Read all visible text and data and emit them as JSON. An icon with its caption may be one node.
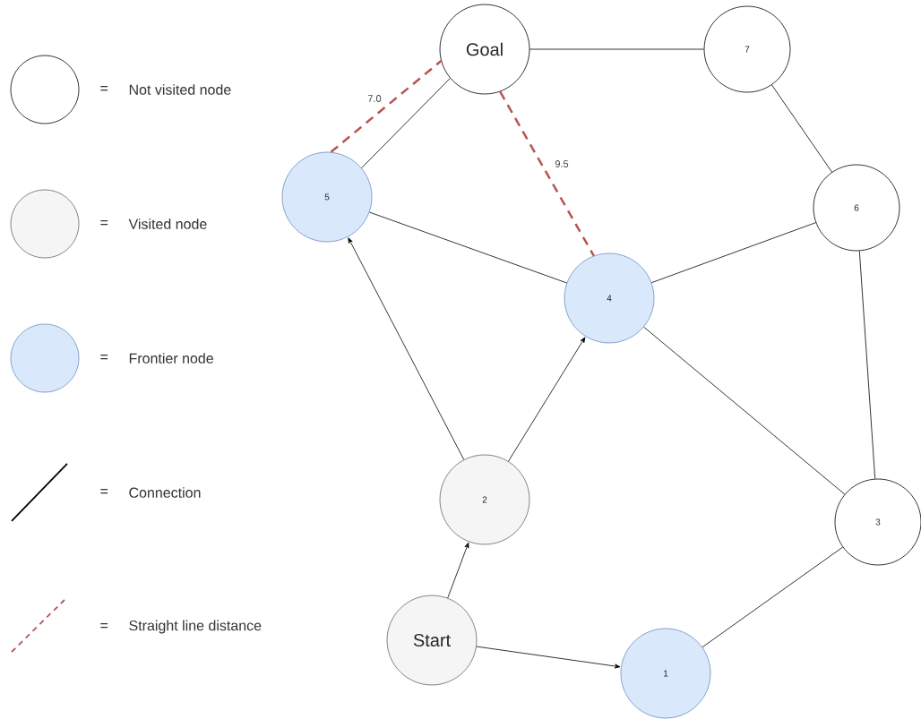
{
  "diagram": {
    "nodes": [
      {
        "text": [
          "Goal"
        ]
      },
      {
        "text": [
          "7"
        ]
      },
      {
        "text": [
          "5"
        ]
      },
      {
        "text": [
          "6"
        ]
      },
      {
        "text": [
          "4"
        ]
      },
      {
        "text": [
          "2"
        ]
      },
      {
        "text": [
          "3"
        ]
      },
      {
        "text": [
          "Start"
        ]
      },
      {
        "text": [
          "1"
        ]
      }
    ],
    "edges": [
      {
        "from": 0,
        "to": 1,
        "arrow": "none"
      },
      {
        "from": 2,
        "to": 0,
        "arrow": "none"
      },
      {
        "from": 2,
        "to": 0,
        "arrow": "none",
        "label": "7.0",
        "style": "dashed",
        "color": "#b85450"
      },
      {
        "from": 0,
        "to": 4,
        "arrow": "none",
        "label": "9.5",
        "style": "dashed",
        "color": "#b85450"
      },
      {
        "from": 1,
        "to": 3,
        "arrow": "none"
      },
      {
        "from": 2,
        "to": 4,
        "arrow": "none"
      },
      {
        "from": 4,
        "to": 3,
        "arrow": "none"
      },
      {
        "from": 3,
        "to": 6,
        "arrow": "none"
      },
      {
        "from": 4,
        "to": 6,
        "arrow": "none"
      },
      {
        "from": 8,
        "to": 6,
        "arrow": "none"
      },
      {
        "from": 5,
        "to": 2,
        "arrow": "to"
      },
      {
        "from": 5,
        "to": 4,
        "arrow": "to"
      },
      {
        "from": 7,
        "to": 5,
        "arrow": "to"
      },
      {
        "from": 7,
        "to": 8,
        "arrow": "to"
      }
    ],
    "labels": [
      "=",
      "=",
      "=",
      "=",
      "="
    ],
    "legend": [
      {
        "text": "Not visited node"
      },
      {
        "text": "Visited node",
        "color": "#f5f5f5"
      },
      {
        "text": "Frontier node",
        "color": "#dae8fc"
      },
      {
        "text": "Connection"
      },
      {
        "text": "Straight line distance"
      }
    ]
  }
}
